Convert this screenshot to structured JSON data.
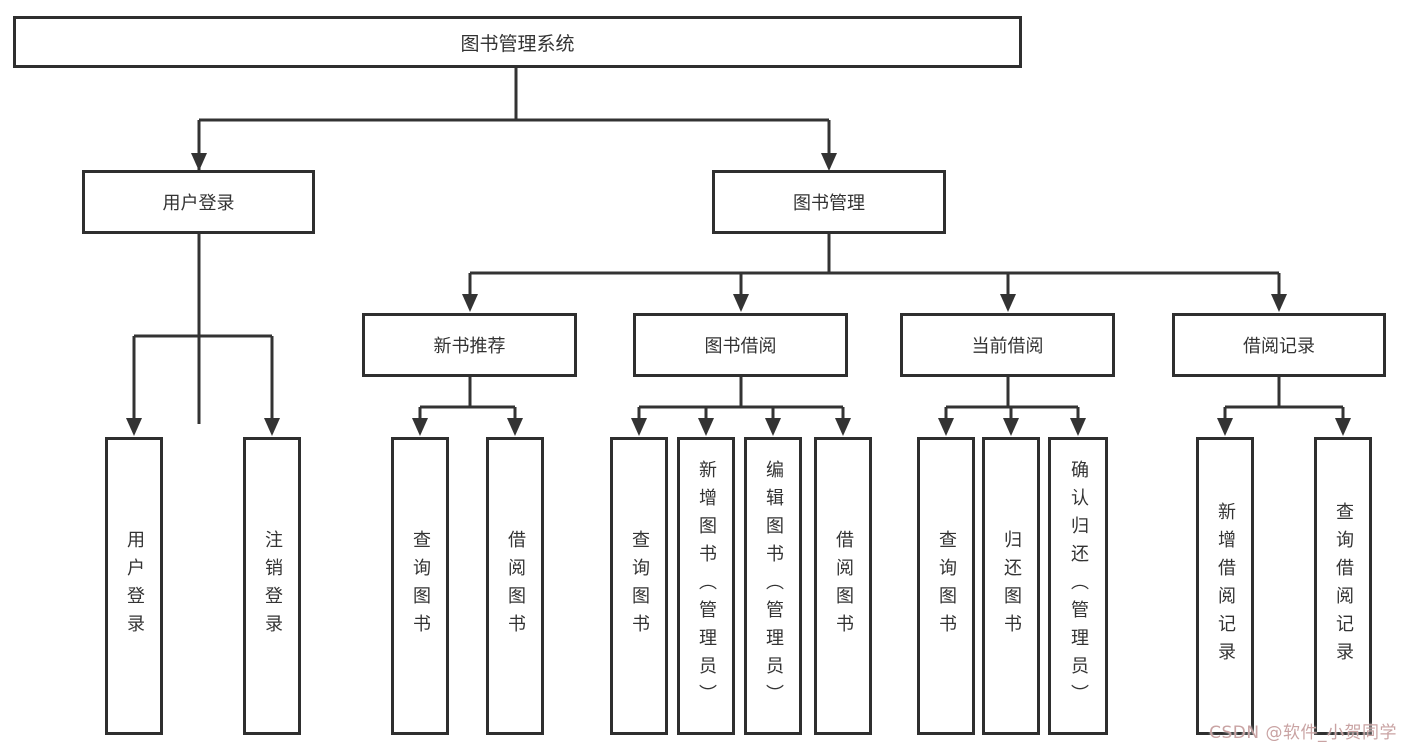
{
  "diagram": {
    "title": "图书管理系统",
    "tree": {
      "label": "图书管理系统",
      "children": [
        {
          "label": "用户登录",
          "children": [
            {
              "label": "用户登录"
            },
            {
              "label": "注销登录"
            }
          ]
        },
        {
          "label": "图书管理",
          "children": [
            {
              "label": "新书推荐",
              "children": [
                {
                  "label": "查询图书"
                },
                {
                  "label": "借阅图书"
                }
              ]
            },
            {
              "label": "图书借阅",
              "children": [
                {
                  "label": "查询图书"
                },
                {
                  "label": "新增图书（管理员）"
                },
                {
                  "label": "编辑图书（管理员）"
                },
                {
                  "label": "借阅图书"
                }
              ]
            },
            {
              "label": "当前借阅",
              "children": [
                {
                  "label": "查询图书"
                },
                {
                  "label": "归还图书"
                },
                {
                  "label": "确认归还（管理员）"
                }
              ]
            },
            {
              "label": "借阅记录",
              "children": [
                {
                  "label": "新增借阅记录"
                },
                {
                  "label": "查询借阅记录"
                }
              ]
            }
          ]
        }
      ]
    },
    "colors": {
      "line": "#333333",
      "box_border": "#2f2f2f",
      "box_fill": "#ffffff",
      "text": "#333333",
      "background": "#ffffff"
    }
  },
  "watermark": {
    "text": "CSDN @软件_小贺同学",
    "color": "#c9a3a3"
  }
}
